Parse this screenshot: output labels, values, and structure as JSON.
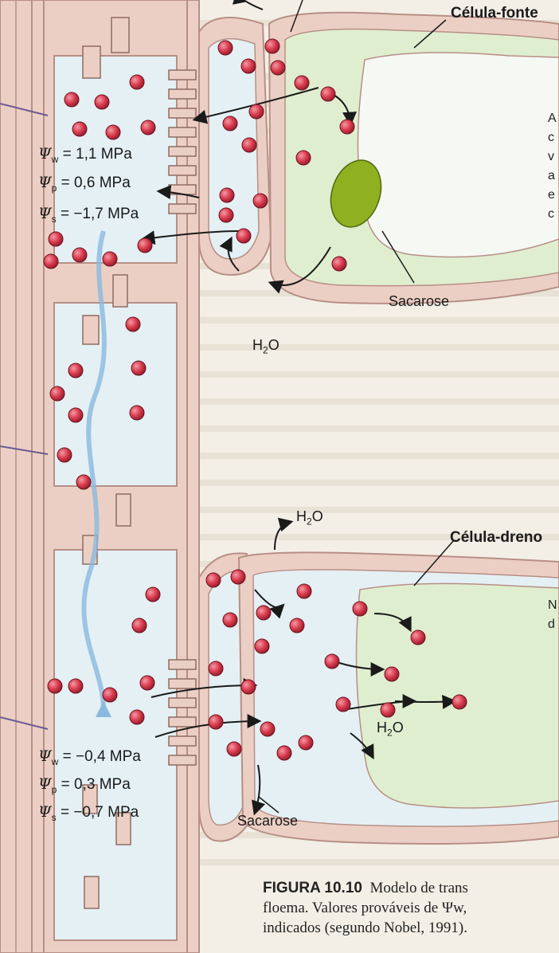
{
  "source_labels": {
    "title": "Célula-fonte",
    "sacarose": "Sacarose",
    "water": "H2O"
  },
  "source_values": {
    "w": "= 1,1 MPa",
    "p": "=  0,6 MPa",
    "s": "= −1,7 MPa"
  },
  "sink_labels": {
    "title": "Célula-dreno",
    "sacarose": "Sacarose",
    "water_top": "H2O",
    "water_mid": "H2O"
  },
  "sink_values": {
    "w": "= −0,4 MPa",
    "p": "=   0,3 MPa",
    "s": "= −0,7 MPa"
  },
  "side_note_top": [
    "A",
    "c",
    "v",
    "a",
    "e",
    "c"
  ],
  "side_note_bottom": [
    "N",
    "d"
  ],
  "caption": {
    "figure_label": "FIGURA 10.10",
    "line1": "Modelo de trans",
    "line2": "floema. Valores prováveis de Ψw,",
    "line3": "indicados (segundo Nobel, 1991)."
  },
  "colors": {
    "cell_wall": "#eccfc4",
    "cell_wall_stroke": "#b78f86",
    "sieve_tube_interior": "#e4f0f4",
    "companion_interior": "#dfeecf",
    "vacuole": "#f6f8f3",
    "nucleus": "#8fb020",
    "sucrose": "#d93a4d",
    "water_flow": "#8ab9df",
    "arrow": "#1a1a1a"
  },
  "icons": [
    "sucrose-molecule-icon",
    "arrow-icon",
    "nucleus-icon",
    "water-flow-icon"
  ]
}
